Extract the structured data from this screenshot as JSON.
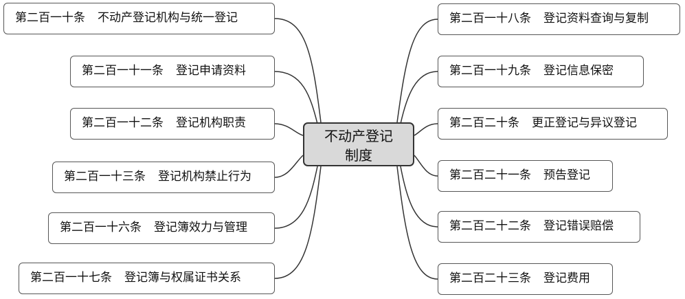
{
  "center": {
    "line1": "不动产登记",
    "line2": "制度"
  },
  "left": [
    {
      "article": "第二百一十条",
      "topic": "不动产登记机构与统一登记"
    },
    {
      "article": "第二百一十一条",
      "topic": "登记申请资料"
    },
    {
      "article": "第二百一十二条",
      "topic": "登记机构职责"
    },
    {
      "article": "第二百一十三条",
      "topic": "登记机构禁止行为"
    },
    {
      "article": "第二百一十六条",
      "topic": "登记簿效力与管理"
    },
    {
      "article": "第二百一十七条",
      "topic": "登记簿与权属证书关系"
    }
  ],
  "right": [
    {
      "article": "第二百一十八条",
      "topic": "登记资料查询与复制"
    },
    {
      "article": "第二百一十九条",
      "topic": "登记信息保密"
    },
    {
      "article": "第二百二十条",
      "topic": "更正登记与异议登记"
    },
    {
      "article": "第二百二十一条",
      "topic": "预告登记"
    },
    {
      "article": "第二百二十二条",
      "topic": "登记错误赔偿"
    },
    {
      "article": "第二百二十三条",
      "topic": "登记费用"
    }
  ]
}
